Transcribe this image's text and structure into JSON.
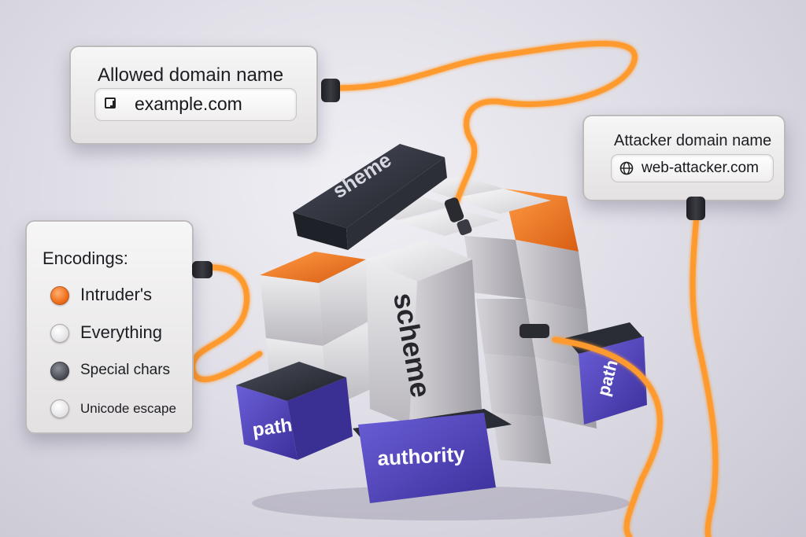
{
  "allowed_card": {
    "title": "Allowed domain name",
    "value": "example.com"
  },
  "attacker_card": {
    "title": "Attacker domain name",
    "value": "web-attacker.com"
  },
  "encodings_card": {
    "title": "Encodings:",
    "options": [
      "Intruder's",
      "Everything",
      "Special chars",
      "Unicode escape"
    ],
    "selected": "Intruder's"
  },
  "cube": {
    "top_block_label": "sheme",
    "front_block_label": "scheme",
    "bottom_left_label": "path",
    "bottom_right_label": "path",
    "bottom_front_label": "authority"
  },
  "colors": {
    "cable": "#ff9a2e",
    "accent_orange": "#e9701e",
    "path_blue": "#5143b9"
  },
  "icons": {
    "allowed": "document-icon",
    "attacker": "globe-icon"
  }
}
